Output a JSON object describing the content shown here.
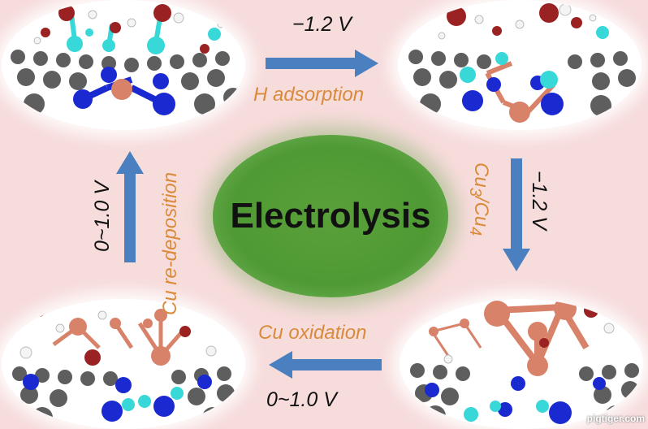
{
  "center": {
    "label": "Electrolysis"
  },
  "steps": {
    "top": {
      "voltage": "−1.2 V",
      "label": "H adsorption"
    },
    "right": {
      "voltage": "−1.2 V",
      "label_main": "Cu",
      "label_sub1": "3",
      "label_sep": "/Cu",
      "label_sub2": "4"
    },
    "bottom": {
      "voltage": "0~1.0 V",
      "label": "Cu oxidation"
    },
    "left": {
      "voltage": "0~1.0 V",
      "label": "Cu re-deposition"
    }
  },
  "watermark": "pigtiger.com",
  "colors": {
    "background": "#f7dcdc",
    "arrow": "#4a7fc0",
    "center": "#4f9a34",
    "label_orange": "#d98a3a",
    "carbon": "#5a5a5a",
    "nitrogen": "#1a2ad0",
    "copper": "#d9826a",
    "hydrogen_cyan": "#38d8d8",
    "oxygen": "#9a2222"
  }
}
